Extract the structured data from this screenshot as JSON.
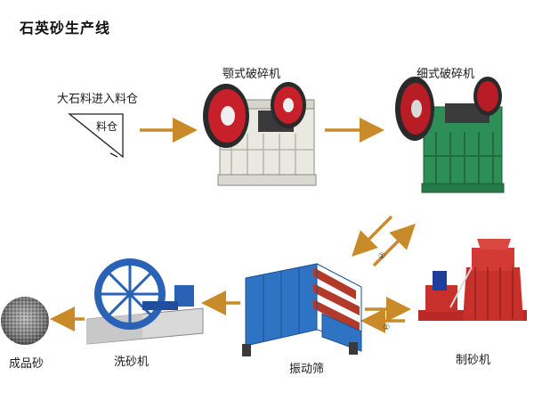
{
  "title": "石英砂生产线",
  "hopper": {
    "caption": "大石料进入料仓",
    "label": "料仓"
  },
  "machines": {
    "jaw_crusher": "颚式破碎机",
    "fine_jaw_crusher": "细式破碎机",
    "sand_maker": "制砂机",
    "vibrating_screen": "振动筛",
    "sand_washer": "洗砂机",
    "finished_sand": "成品砂"
  },
  "flow_marks": [
    "①",
    "①"
  ],
  "colors": {
    "arrow": "#c98a2a",
    "jaw_body": "#e9e9e2",
    "flywheel_red": "#c8202a",
    "fine_body": "#2d8f55",
    "screen_blue": "#2f73c5",
    "screen_red": "#b23a2a",
    "washer_blue": "#2a62b5",
    "sand_maker_red": "#c7302b"
  }
}
